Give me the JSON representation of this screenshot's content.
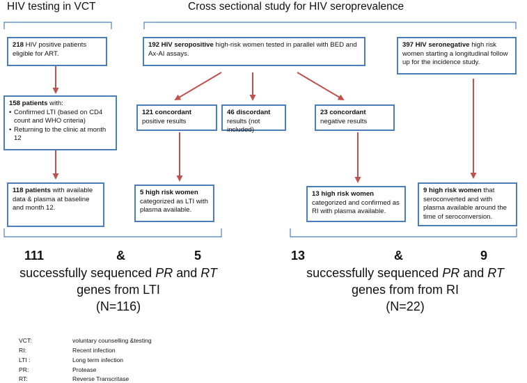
{
  "headers": {
    "left": "HIV testing in VCT",
    "right": "Cross sectional study for HIV seroprevalence"
  },
  "boxes": {
    "hiv_positive": {
      "num": "218",
      "text": " HIV positive patients eligible for ART."
    },
    "patients_158": {
      "num": "158 patients",
      "text": " with:",
      "bullets": [
        "Confirmed LTI (based on CD4 count and WHO criteria)",
        "Returning to the clinic  at month 12"
      ]
    },
    "patients_118": {
      "num": "118 patients",
      "text": " with available data & plasma at baseline and month 12."
    },
    "seropositive_192": {
      "num": "192 HIV seropositive",
      "text": " high-risk women tested in parallel with BED and Ax-AI assays."
    },
    "seronegative_397": {
      "num": "397 HIV seronegative",
      "text": " high risk women starting a longitudinal follow up for the incidence study."
    },
    "concordant_pos": {
      "num": "121 concordant",
      "text": "positive results"
    },
    "discordant": {
      "num": "46 discordant",
      "text": " results (not included)"
    },
    "concordant_neg": {
      "num": "23 concordant",
      "text": "negative results"
    },
    "lti_women": {
      "num": "5 high risk women",
      "text": "categorized as LTI with plasma available."
    },
    "ri_women": {
      "num": "13 high risk women",
      "text": "categorized and confirmed as  RI with plasma available."
    },
    "seroconverted": {
      "num": "9 high risk women",
      "text": " that seroconverted  and with plasma available around the time of seroconversion."
    }
  },
  "summary": {
    "left": {
      "n1": "111",
      "amp": "&",
      "n2": "5",
      "line1_a": "successfully sequenced ",
      "pr": "PR",
      "and": " and ",
      "rt": "RT",
      "line2": "genes from LTI",
      "line3": "(N=116)"
    },
    "right": {
      "n1": "13",
      "amp": "&",
      "n2": "9",
      "line1_a": "successfully sequenced ",
      "pr": "PR",
      "and": " and ",
      "rt": "RT",
      "line2": "genes from from RI",
      "line3": "(N=22)"
    }
  },
  "legend": [
    {
      "abbr": "VCT:",
      "desc": "voluntary counselling &testing"
    },
    {
      "abbr": "RI:",
      "desc": "Recent infection"
    },
    {
      "abbr": "LTI :",
      "desc": "Long term infection"
    },
    {
      "abbr": "PR:",
      "desc": "Protease"
    },
    {
      "abbr": "RT:",
      "desc": "Reverse Transcritase"
    }
  ],
  "colors": {
    "box_border": "#4a7ebb",
    "arrow": "#c0504d",
    "bracket": "#4a7ebb"
  }
}
